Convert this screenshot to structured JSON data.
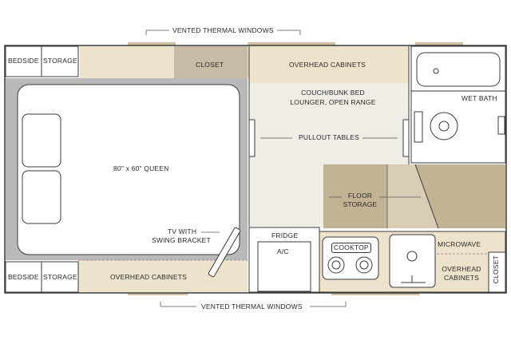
{
  "labels": {
    "vented_top": "VENTED THERMAL WINDOWS",
    "vented_bottom": "VENTED THERMAL WINDOWS",
    "bedside_top": "BEDSIDE",
    "storage_top": "STORAGE",
    "closet_top": "CLOSET",
    "overhead_top": "OVERHEAD CABINETS",
    "couch_line1": "COUCH/BUNK BED",
    "couch_line2": "LOUNGER, OPEN RANGE",
    "wet_bath": "WET BATH",
    "queen": "80\" x 60\" QUEEN",
    "pullout": "PULLOUT TABLES",
    "floor_line1": "FLOOR",
    "floor_line2": "STORAGE",
    "tv_line1": "TV WITH",
    "tv_line2": "SWING BRACKET",
    "fridge": "FRIDGE",
    "ac": "A/C",
    "cooktop": "COOKTOP",
    "microwave": "MICROWAVE",
    "overhead_right_line1": "OVERHEAD",
    "overhead_right_line2": "CABINETS",
    "closet_right": "CLOSET",
    "bedside_bottom": "BEDSIDE",
    "storage_bottom": "STORAGE",
    "overhead_bottom": "OVERHEAD CABINETS"
  },
  "colors": {
    "outline": "#3a3a3a",
    "mattress_frame": "#b9b9b9",
    "overhead_tan": "#ede3cc",
    "closet_dark": "#c7bba5",
    "floor_storage": "#c3b395",
    "dinette_floor": "#f0ede6",
    "window_bar": "#cdbf9f"
  }
}
